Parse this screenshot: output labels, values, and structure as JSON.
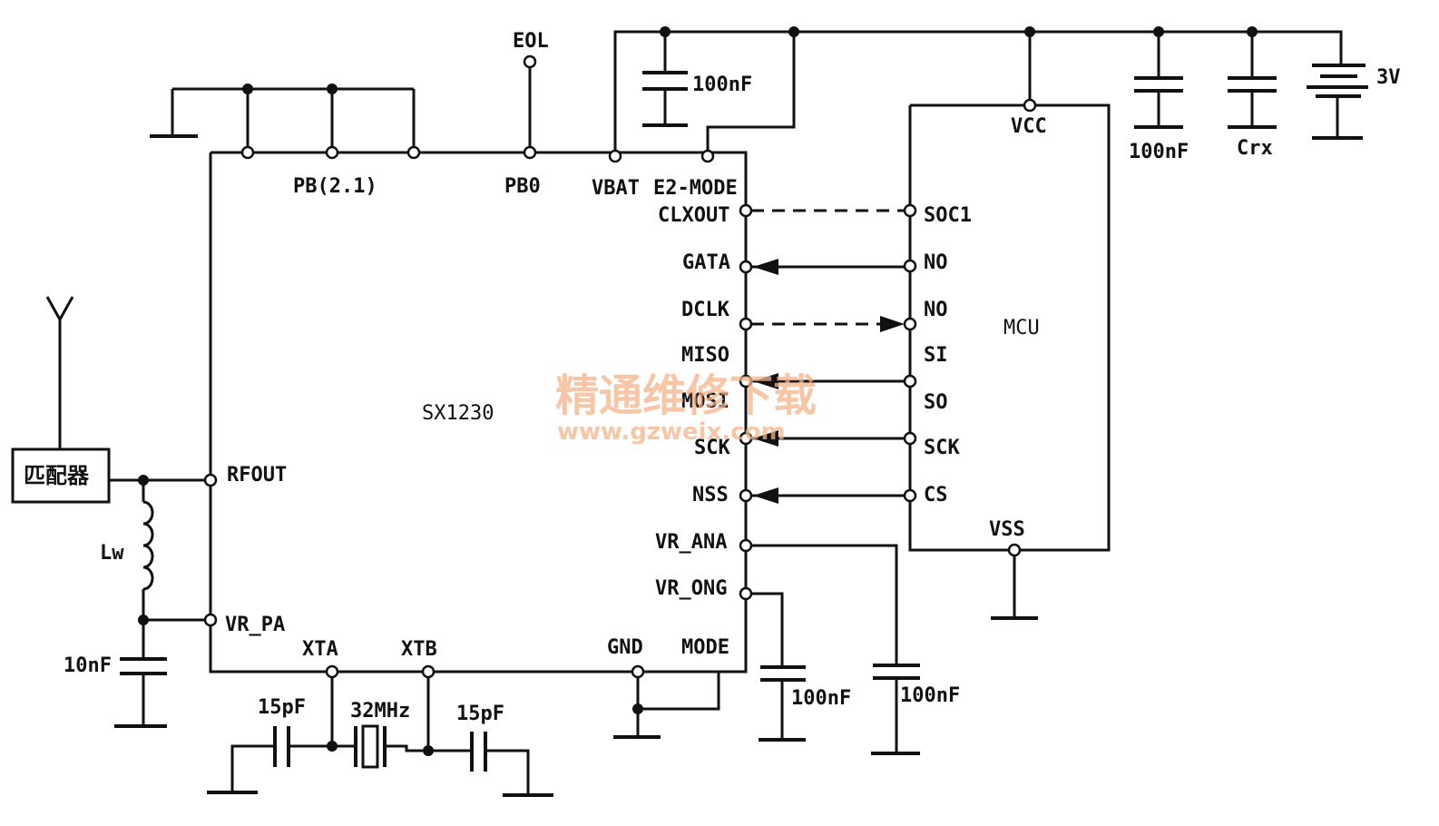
{
  "chip": {
    "name": "SX1230"
  },
  "mcu": {
    "name": "MCU"
  },
  "top_pins": {
    "pb": "PB(2.1)",
    "pb0": "PB0",
    "vbat": "VBAT",
    "e2mode": "E2-MODE",
    "eol": "EOL"
  },
  "right_pins": [
    "CLXOUT",
    "GATA",
    "DCLK",
    "MISO",
    "MOSI",
    "SCK",
    "NSS",
    "VR_ANA",
    "VR_ONG"
  ],
  "left_pins": {
    "rfout": "RFOUT",
    "vrpa": "VR_PA"
  },
  "bottom_pins": {
    "xta": "XTA",
    "xtb": "XTB",
    "gnd": "GND",
    "mode": "MODE"
  },
  "mcu_pins": {
    "vcc": "VCC",
    "vss": "VSS",
    "left": [
      "SOC1",
      "NO",
      "NO",
      "SI",
      "SO",
      "SCK",
      "CS"
    ]
  },
  "components": {
    "cap_100nf_top": "100nF",
    "cap_100nf_vcc": "100nF",
    "cap_crx": "Crx",
    "battery": "3V",
    "matcher": "匹配器",
    "inductor": "Lw",
    "cap_10nf": "10nF",
    "cap_15pf_left": "15pF",
    "crystal": "32MHz",
    "cap_15pf_right": "15pF",
    "cap_100nf_ong": "100nF",
    "cap_100nf_ana": "100nF"
  },
  "watermark": {
    "cn": "精通维修下载",
    "url": "www.gzweix.com"
  },
  "colors": {
    "ink": "#111111",
    "watermark": "#f4b48a",
    "background": "#ffffff"
  }
}
